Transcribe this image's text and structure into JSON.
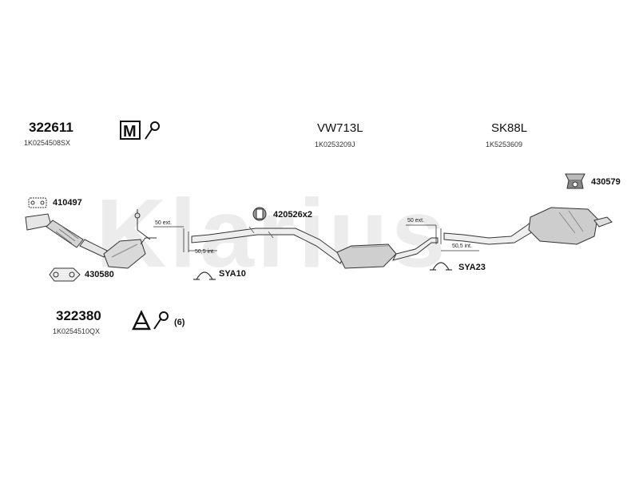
{
  "groups": [
    {
      "main": "322611",
      "ref": "1K0254508SX"
    },
    {
      "main": "VW713L",
      "ref": "1K0253209J"
    },
    {
      "main": "SK88L",
      "ref": "1K5253609"
    },
    {
      "main": "322380",
      "ref": "1K0254510QX"
    }
  ],
  "parts": {
    "p430579": "430579",
    "p410497": "410497",
    "p420526": "420526x2",
    "p430580": "430580",
    "sya10": "SYA10",
    "sya23": "SYA23",
    "qty": "(6)"
  },
  "dims": {
    "ext1": "50 ext.",
    "int1": "50,5 int.",
    "ext2": "50 ext.",
    "int2": "50,5 int."
  },
  "icons": {
    "mounting": "M-clamp-key-icon",
    "accessory": "A-clamp-key-icon"
  },
  "watermark": "Klarius"
}
